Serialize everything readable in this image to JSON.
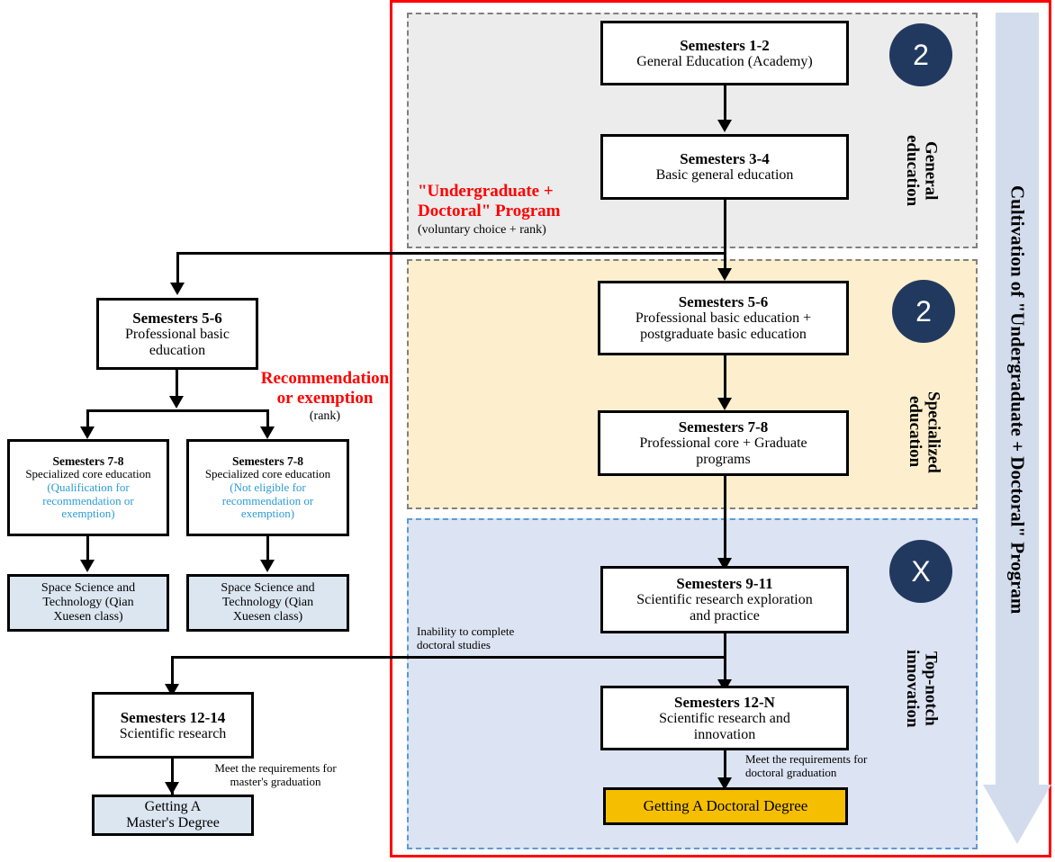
{
  "diagram": {
    "title": "Cultivation of \"Undergraduate + Doctoral\" Program",
    "colors": {
      "frame": "#FF0000",
      "general_band": "#ECECEC",
      "specialized_band": "#FDEFCD",
      "topnotch_band": "#DCE3F2",
      "badge": "#22395F",
      "degree_gold": "#F5BF00",
      "degree_blue": "#DCE6F1",
      "blue_note_text": "#2E9BD6",
      "banner": "#D2DCEC"
    }
  },
  "banner": {
    "label": "Cultivation of \"Undergraduate + Doctoral\" Program"
  },
  "sections": [
    {
      "key": "general",
      "badge": "2",
      "label": "General\neducation"
    },
    {
      "key": "specialized",
      "badge": "2",
      "label": "Specialized\neducation"
    },
    {
      "key": "topnotch",
      "badge": "X",
      "label": "Top-notch\ninnovation"
    }
  ],
  "main_track": [
    {
      "title": "Semesters 1-2",
      "body": "General Education (Academy)"
    },
    {
      "title": "Semesters 3-4",
      "body": "Basic general education"
    },
    {
      "title": "Semesters 5-6",
      "body": "Professional basic education +\npostgraduate basic education"
    },
    {
      "title": "Semesters 7-8",
      "body": "Professional core + Graduate\nprograms"
    },
    {
      "title": "Semesters 9-11",
      "body": "Scientific research exploration\nand practice"
    },
    {
      "title": "Semesters 12-N",
      "body": "Scientific research and\ninnovation"
    }
  ],
  "doctoral_outcome": {
    "label": "Getting A Doctoral Degree",
    "edge_note": "Meet the requirements for\ndoctoral graduation"
  },
  "left_track": {
    "entry_note_red": "\"Undergraduate +\nDoctoral\" Program",
    "entry_note_sub": "(voluntary choice + rank)",
    "sem56": {
      "title": "Semesters 5-6",
      "body": "Professional basic\neducation"
    },
    "branch_note_red": "Recommendation\nor exemption",
    "branch_note_sub": "(rank)",
    "sem78_left": {
      "title": "Semesters 7-8",
      "body": "Specialized core education",
      "note": "(Qualification for\nrecommendation or\nexemption)"
    },
    "sem78_right": {
      "title": "Semesters 7-8",
      "body": "Specialized core education",
      "note": "(Not eligible for\nrecommendation or\nexemption)"
    },
    "qianxuesen_left": "Space Science and\nTechnology (Qian\nXuesen class)",
    "qianxuesen_right": "Space Science and\nTechnology (Qian\nXuesen class)",
    "dropout_note": "Inability to complete\ndoctoral studies",
    "sem1214": {
      "title": "Semesters 12-14",
      "body": "Scientific research"
    },
    "master_edge_note": "Meet the requirements for\nmaster's graduation",
    "master_outcome": "Getting A\nMaster's Degree"
  }
}
